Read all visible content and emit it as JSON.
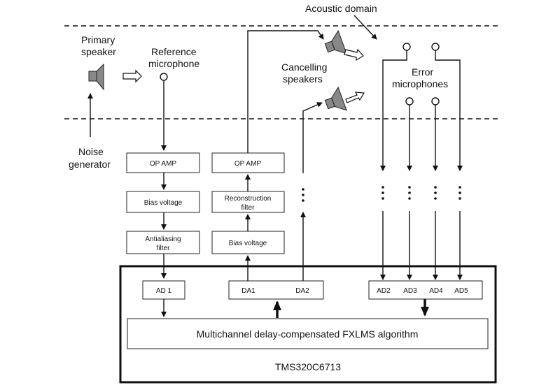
{
  "labels": {
    "acoustic_domain": "Acoustic domain",
    "primary_speaker_1": "Primary",
    "primary_speaker_2": "speaker",
    "reference_mic_1": "Reference",
    "reference_mic_2": "microphone",
    "cancelling_1": "Cancelling",
    "cancelling_2": "speakers",
    "error_1": "Error",
    "error_2": "microphones",
    "noise_1": "Noise",
    "noise_2": "generator"
  },
  "blocks": {
    "op_amp_left": "OP AMP",
    "op_amp_right": "OP AMP",
    "bias_left": "Bias voltage",
    "antialias_1": "Antialiasing",
    "antialias_2": "filter",
    "recon_1": "Reconstruction",
    "recon_2": "filter",
    "bias_right": "Bias voltage",
    "ad1": "AD 1",
    "da1": "DA1",
    "da2": "DA2",
    "ad2": "AD2",
    "ad3": "AD3",
    "ad4": "AD4",
    "ad5": "AD5",
    "algorithm": "Multichannel delay-compensated FXLMS algorithm",
    "dsp": "TMS320C6713"
  },
  "colors": {
    "speaker_fill": "#888888",
    "line": "#111111"
  }
}
